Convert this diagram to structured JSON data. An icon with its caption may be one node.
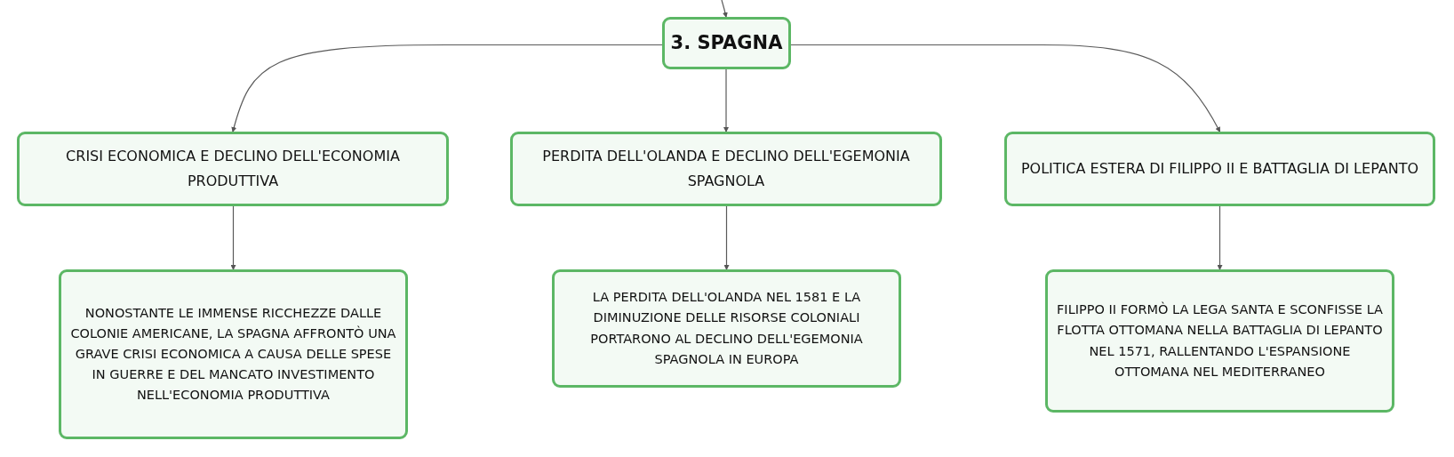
{
  "diagram": {
    "nodes": [
      {
        "text": [
          "3. SPAGNA"
        ]
      },
      {
        "text": [
          "CRISI ECONOMICA E DECLINO DELL'ECONOMIA PRODUTTIVA"
        ]
      },
      {
        "text": [
          "PERDITA DELL'OLANDA E DECLINO DELL'EGEMONIA SPAGNOLA"
        ]
      },
      {
        "text": [
          "POLITICA ESTERA DI FILIPPO II E BATTAGLIA DI LEPANTO"
        ]
      },
      {
        "text": [
          "NONOSTANTE LE IMMENSE RICCHEZZE DALLE COLONIE AMERICANE, LA SPAGNA AFFRONTÒ UNA GRAVE CRISI ECONOMICA A CAUSA DELLE SPESE IN GUERRE E DEL MANCATO INVESTIMENTO NELL'ECONOMIA PRODUTTIVA"
        ]
      },
      {
        "text": [
          "LA PERDITA DELL'OLANDA NEL 1581 E LA DIMINUZIONE DELLE RISORSE COLONIALI PORTARONO AL DECLINO DELL'EGEMONIA SPAGNOLA IN EUROPA"
        ]
      },
      {
        "text": [
          "FILIPPO II FORMÒ LA LEGA SANTA E SCONFISSE LA FLOTTA OTTOMANA NELLA BATTAGLIA DI LEPANTO NEL 1571, RALLENTANDO L'ESPANSIONE OTTOMANA NEL MEDITERRANEO"
        ]
      }
    ],
    "edges": [
      {
        "from": null,
        "to": 0,
        "arrow": "to"
      },
      {
        "from": 0,
        "to": 1,
        "arrow": "to"
      },
      {
        "from": 0,
        "to": 2,
        "arrow": "to"
      },
      {
        "from": 0,
        "to": 3,
        "arrow": "to"
      },
      {
        "from": 1,
        "to": 4,
        "arrow": "to"
      },
      {
        "from": 2,
        "to": 5,
        "arrow": "to"
      },
      {
        "from": 3,
        "to": 6,
        "arrow": "to"
      }
    ]
  }
}
